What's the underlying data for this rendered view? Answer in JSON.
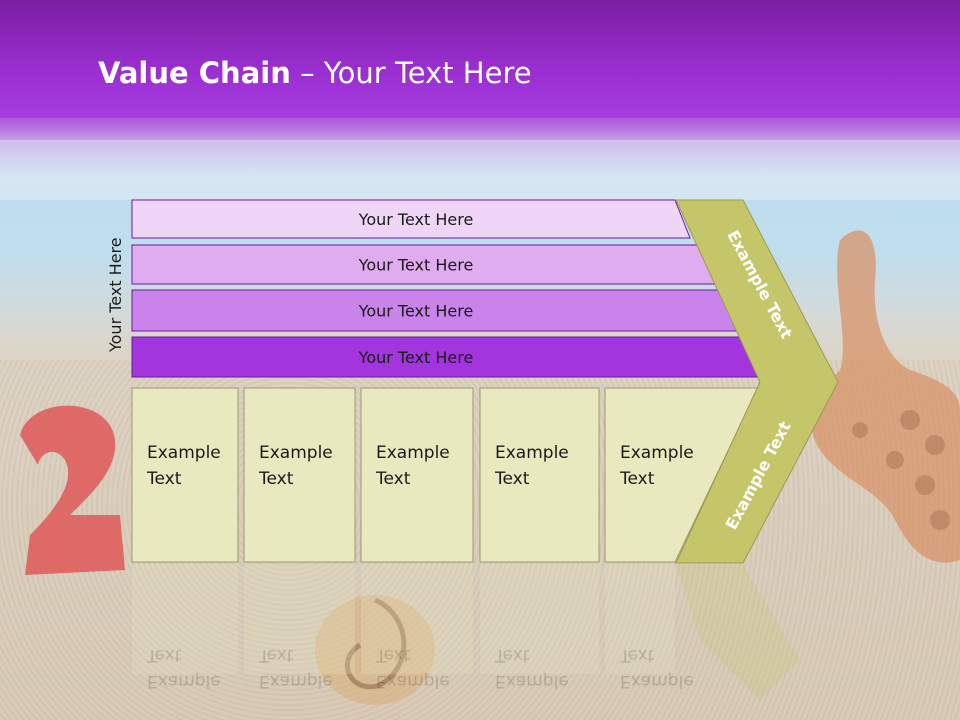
{
  "title": {
    "bold": "Value Chain",
    "rest": " – Your Text Here"
  },
  "side_label": "Your Text Here",
  "bars": [
    {
      "label": "Your Text Here",
      "color": "#efd6f8"
    },
    {
      "label": "Your Text Here",
      "color": "#e0acf0"
    },
    {
      "label": "Your Text Here",
      "color": "#c983ea"
    },
    {
      "label": "Your Text Here",
      "color": "#a335df"
    }
  ],
  "columns": [
    {
      "label": "Example Text"
    },
    {
      "label": "Example Text"
    },
    {
      "label": "Example Text"
    },
    {
      "label": "Example Text"
    },
    {
      "label": "Example Text"
    }
  ],
  "chevron": {
    "upper_label": "Example Text",
    "lower_label": "Example Text",
    "color": "#c5c66a",
    "column_color": "#e9e9c0"
  },
  "colors": {
    "header": "#9a2ed0",
    "bar_border": "#6a1b9a"
  }
}
